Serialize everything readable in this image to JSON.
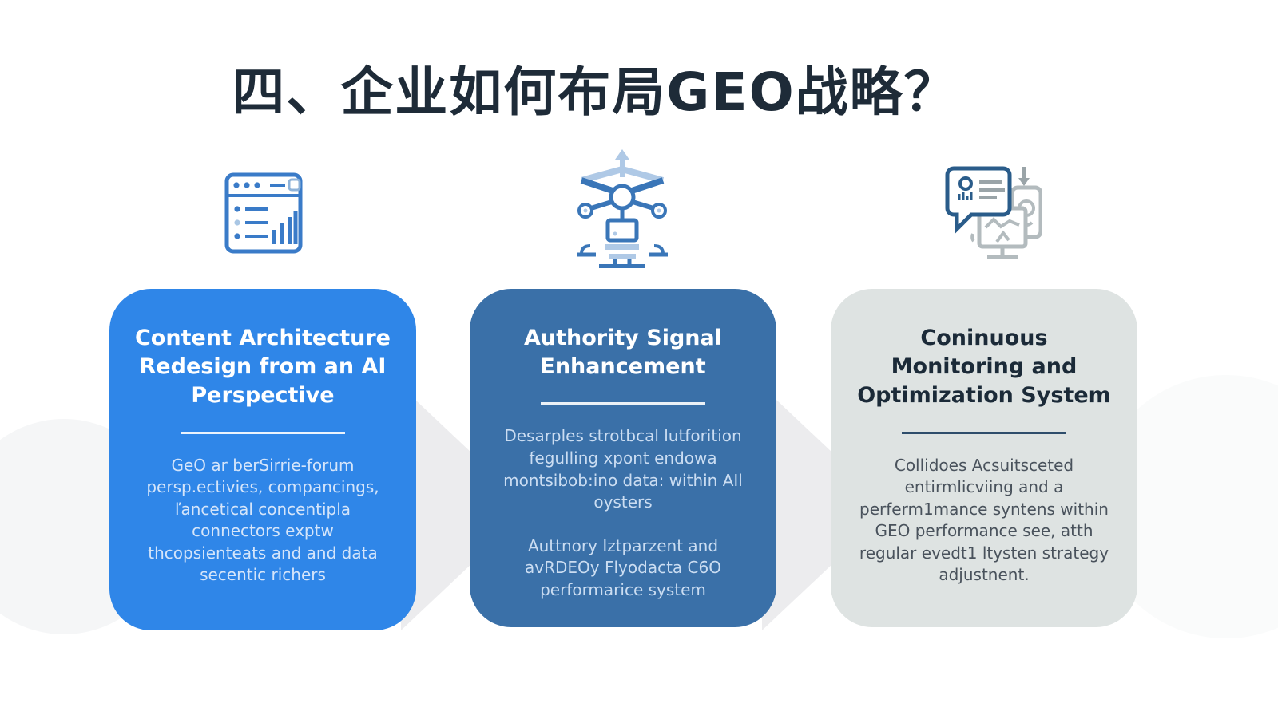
{
  "page": {
    "title": "四、企业如何布局GEO战略？"
  },
  "colors": {
    "background": "#FFFFFF",
    "title_text": "#1E2B38",
    "card1_bg": "#2F86E8",
    "card2_bg": "#3A70A8",
    "card3_bg": "#DEE3E2",
    "card_light_text": "#D5E5FA",
    "card3_text": "#49525C",
    "card3_title": "#1B2A38",
    "flow_arrow_gray": "#ECECEE",
    "icon_blue": "#3A7BC8",
    "icon_light_blue": "#AFC9E6",
    "icon_gray": "#B3BBBE",
    "icon_dark_navy": "#2A5C8A"
  },
  "cards": [
    {
      "icon": "browser-analytics-icon",
      "title": "Content Architecture Redesign from an AI Perspective",
      "paragraphs": [
        "GeO ar berSirrie-forum persp.ectivies, compancings, ľancetical concentipla connectors exptw thcopsienteats and and data secentic richers"
      ]
    },
    {
      "icon": "authority-network-icon",
      "title": "Authority Signal Enhancement",
      "paragraphs": [
        "Desarples strotbcal lutforition fegulling xpont endowa montsibob:ino data: within AIl oysters",
        "Auttnory Iztparzent and avRDEOy Flyodacta C6O performarice system"
      ]
    },
    {
      "icon": "monitoring-feedback-icon",
      "title": "Coninuous Monitoring and Optimization System",
      "paragraphs": [
        "Collidoes Acsuitsceted entirmlicviing and a perferm1mance syntens within GEO performance see, atth regular evedt1 ltysten strategy adjustnent."
      ]
    }
  ]
}
